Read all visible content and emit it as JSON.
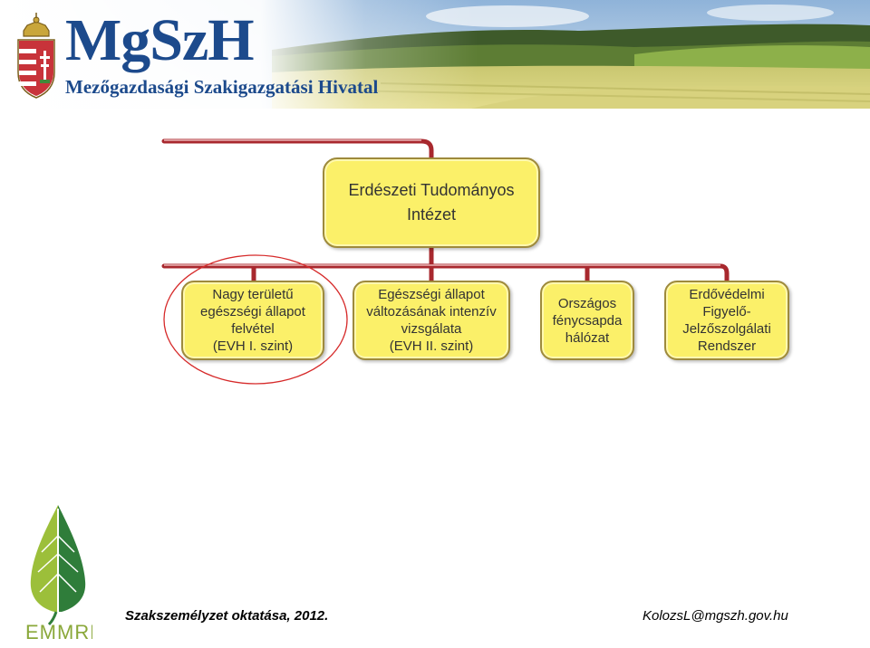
{
  "header": {
    "logo_title": "MgSzH",
    "logo_subtitle": "Mezőgazdasági Szakigazgatási Hivatal"
  },
  "diagram": {
    "top_node": {
      "text": "Erdészeti Tudományos\nIntézet"
    },
    "child_nodes": [
      {
        "text": "Nagy területű\negészségi állapot\nfelvétel\n(EVH I. szint)",
        "highlighted": true
      },
      {
        "text": "Egészségi állapot\nváltozásának intenzív\nvizsgálata\n(EVH II. szint)",
        "highlighted": false
      },
      {
        "text": "Országos\nfénycsapda\nhálózat",
        "highlighted": false
      },
      {
        "text": "Erdővédelmi\nFigyelő-\nJelzőszolgálati\nRendszer",
        "highlighted": false
      }
    ],
    "colors": {
      "connector": "#a8282e",
      "node_fill": "#fbf069",
      "node_border": "#9e8a3c",
      "highlight_ellipse": "#d62a2a"
    }
  },
  "footer": {
    "left_text": "Szakszemélyzet oktatása, 2012.",
    "right_text": "KolozsL@mgszh.gov.hu",
    "logo_text": "EMMRE"
  }
}
